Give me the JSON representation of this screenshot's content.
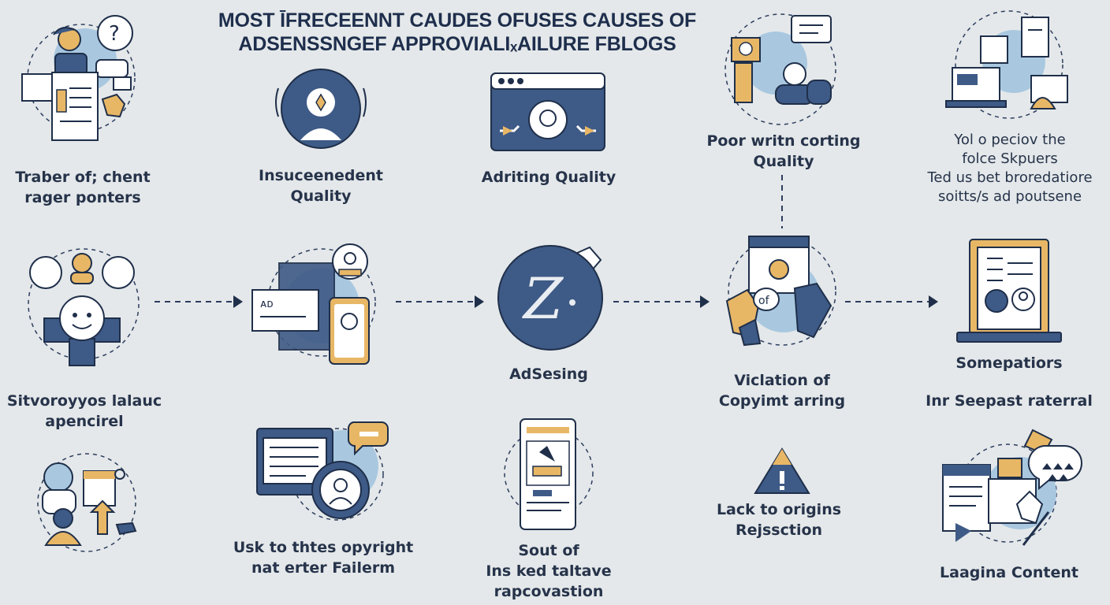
{
  "title": {
    "line1": "MOST ĪFRECEENNT CAUDES OFUSES CAUSES OF",
    "line2": "ADSENSSNGEF APPROVIALIₓAILURE FBLOGS"
  },
  "items": {
    "r1c1": [
      "Traber of; chent",
      "rager ponters"
    ],
    "r1c2": [
      "Insuceenedent",
      "Quality"
    ],
    "r1c3": [
      "Adriting Quality"
    ],
    "r1c4": [
      "Poor writn corting",
      "Quality"
    ],
    "r1c5": [
      "Yol o peciov the",
      "folce Skpuers",
      "Ted us bet broredatiore",
      "soitts/s ad poutsene"
    ],
    "r2c1": [
      "Sitvoroyyos lalauc",
      "apencirel"
    ],
    "r2c3": [
      "AdSesing"
    ],
    "r2c4": [
      "Viclation of",
      "Copyimt arring"
    ],
    "r2c5": [
      "Somepatiors"
    ],
    "r2c5b": [
      "Inr Seepast raterral"
    ],
    "r3c2": [
      "Usk to thtes opyright",
      "nat erter Failerm"
    ],
    "r3c3": [
      "Sout of",
      "Ins ked taltave",
      "rapcovastion"
    ],
    "r3c4": [
      "Lack to origins",
      "Rejssction"
    ],
    "r3c5": [
      "Laagina Content"
    ]
  },
  "icons": {
    "r1c1": "person-documents-icon",
    "r1c2": "lightbulb-head-icon",
    "r1c3": "browser-window-icon",
    "r1c4": "people-chat-icon",
    "r1c5": "laptop-documents-icon",
    "r2c1": "smiley-network-icon",
    "r2c2": "documents-phone-icon",
    "r2c3": "adsense-z-logo-icon",
    "r2c4": "copyright-violation-icon",
    "r2c5": "tablet-profile-icon",
    "r3c1": "team-growth-icon",
    "r3c2": "monitor-profile-icon",
    "r3c3": "mobile-app-icon",
    "r3c4": "warning-triangle-icon",
    "r3c5": "content-chat-icon"
  },
  "colors": {
    "navy": "#3e5a86",
    "dark": "#1f2f4a",
    "gold": "#e8b766",
    "light_blue": "#a9c8e0",
    "background": "#e4e8ea"
  }
}
